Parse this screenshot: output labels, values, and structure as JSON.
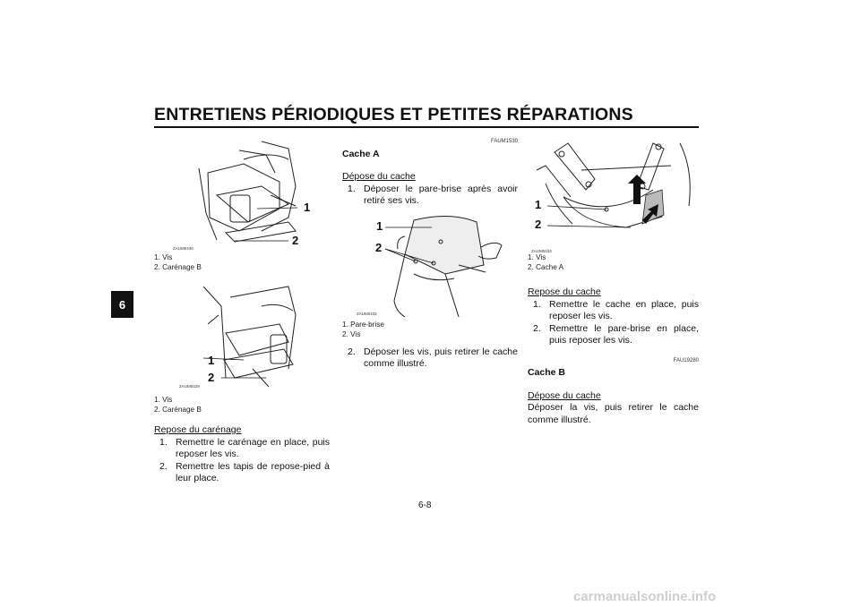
{
  "header": {
    "title": "ENTRETIENS PÉRIODIQUES ET PETITES RÉPARATIONS",
    "chapter_tab": "6"
  },
  "col1": {
    "fig1": {
      "code": "ZAUM0430",
      "label1": "1",
      "label2": "2"
    },
    "fig1_caption": [
      "1. Vis",
      "2. Carénage B"
    ],
    "fig2": {
      "code": "ZAUM0429",
      "label1": "1",
      "label2": "2"
    },
    "fig2_caption": [
      "1. Vis",
      "2. Carénage B"
    ],
    "subheading": "Repose du carénage",
    "steps": [
      {
        "n": "1.",
        "text": "Remettre le carénage en place, puis reposer les vis."
      },
      {
        "n": "2.",
        "text": "Remettre les tapis de repose-pied à leur place."
      }
    ]
  },
  "col2": {
    "code": "FAUM1530",
    "heading": "Cache A",
    "subheading": "Dépose du cache",
    "step1": {
      "n": "1.",
      "text": "Déposer le pare-brise après avoir retiré ses vis."
    },
    "fig": {
      "code": "ZAUM0432",
      "label1": "1",
      "label2": "2"
    },
    "fig_caption": [
      "1. Pare-brise",
      "2. Vis"
    ],
    "step2": {
      "n": "2.",
      "text": "Déposer les vis, puis retirer le cache comme illustré."
    }
  },
  "col3": {
    "fig": {
      "code": "ZAUM0433",
      "label1": "1",
      "label2": "2"
    },
    "fig_caption": [
      "1. Vis",
      "2. Cache A"
    ],
    "subheading": "Repose du cache",
    "steps": [
      {
        "n": "1.",
        "text": "Remettre le cache en place, puis reposer les vis."
      },
      {
        "n": "2.",
        "text": "Remettre le pare-brise en place, puis reposer les vis."
      }
    ],
    "code2": "FAU19280",
    "heading2": "Cache B",
    "subheading2": "Dépose du cache",
    "para": "Déposer la vis, puis retirer le cache comme illustré."
  },
  "footer": {
    "page_number": "6-8",
    "watermark": "carmanualsonline.info"
  }
}
